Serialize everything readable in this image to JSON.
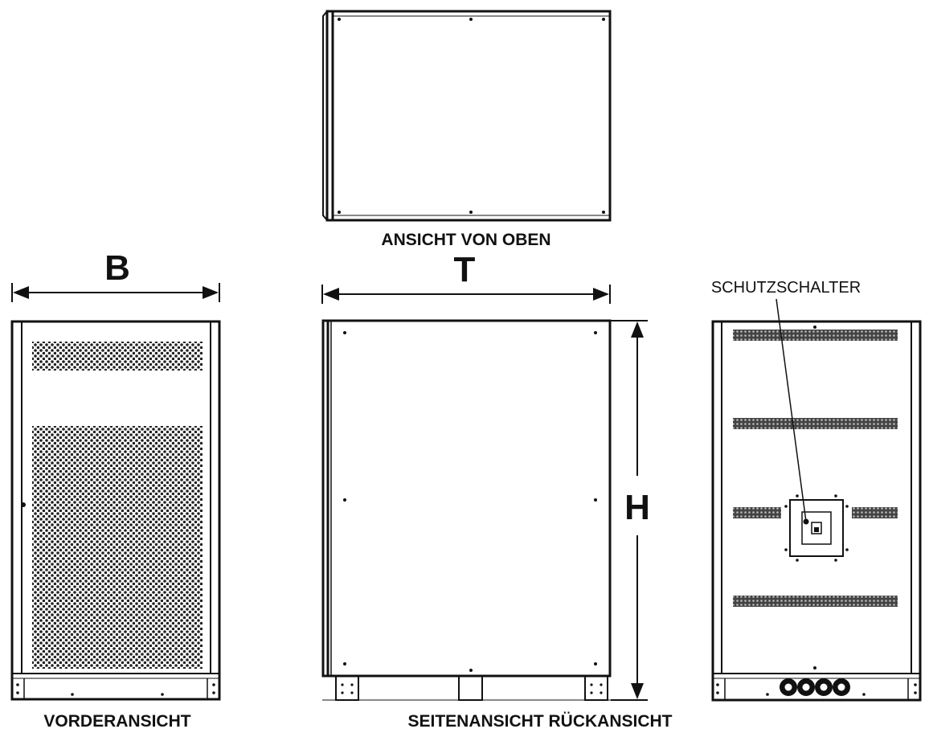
{
  "labels": {
    "top_view": "ANSICHT VON OBEN",
    "front_view": "VORDERANSICHT",
    "side_rear_view": "SEITENANSICHT RÜCKANSICHT",
    "breaker": "SCHUTZSCHALTER"
  },
  "dimensions": {
    "width": "B",
    "depth": "T",
    "height": "H"
  },
  "colors": {
    "line": "#111111",
    "background": "#ffffff"
  }
}
